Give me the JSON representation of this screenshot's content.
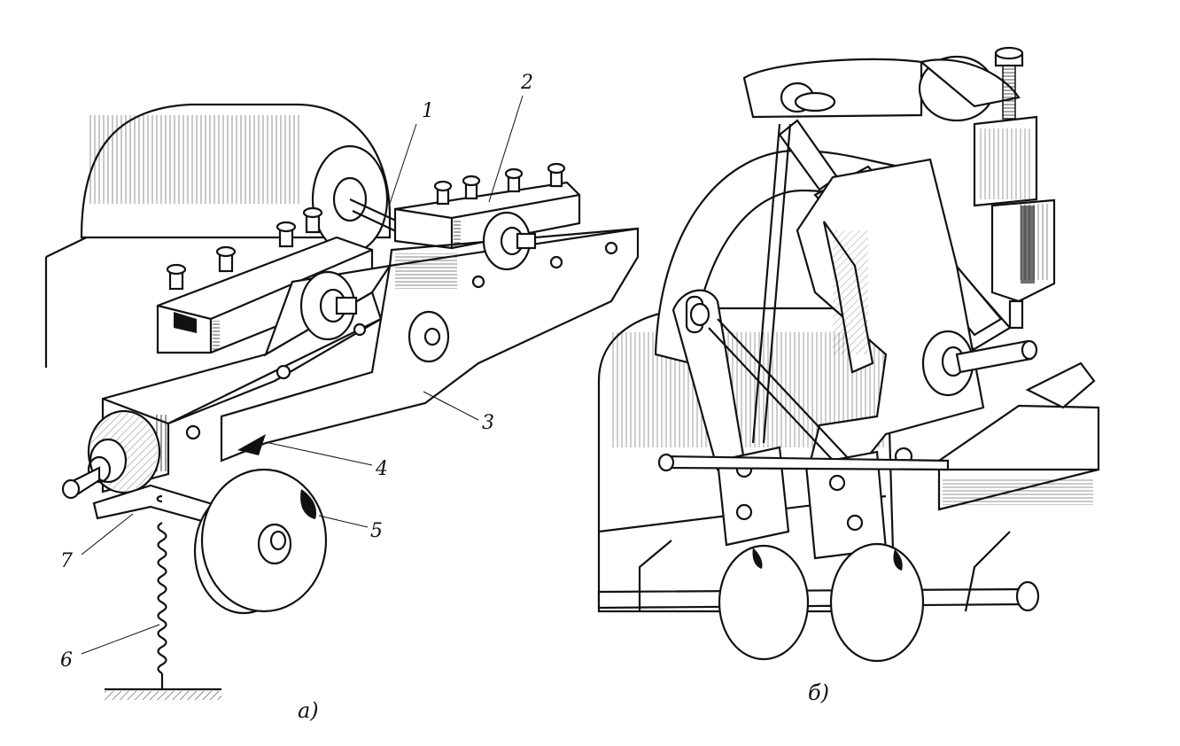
{
  "figure": {
    "panels": [
      {
        "id": "a",
        "caption": "a)"
      },
      {
        "id": "b",
        "caption": "б)"
      }
    ],
    "labels": [
      "1",
      "2",
      "3",
      "4",
      "5",
      "6",
      "7"
    ]
  }
}
